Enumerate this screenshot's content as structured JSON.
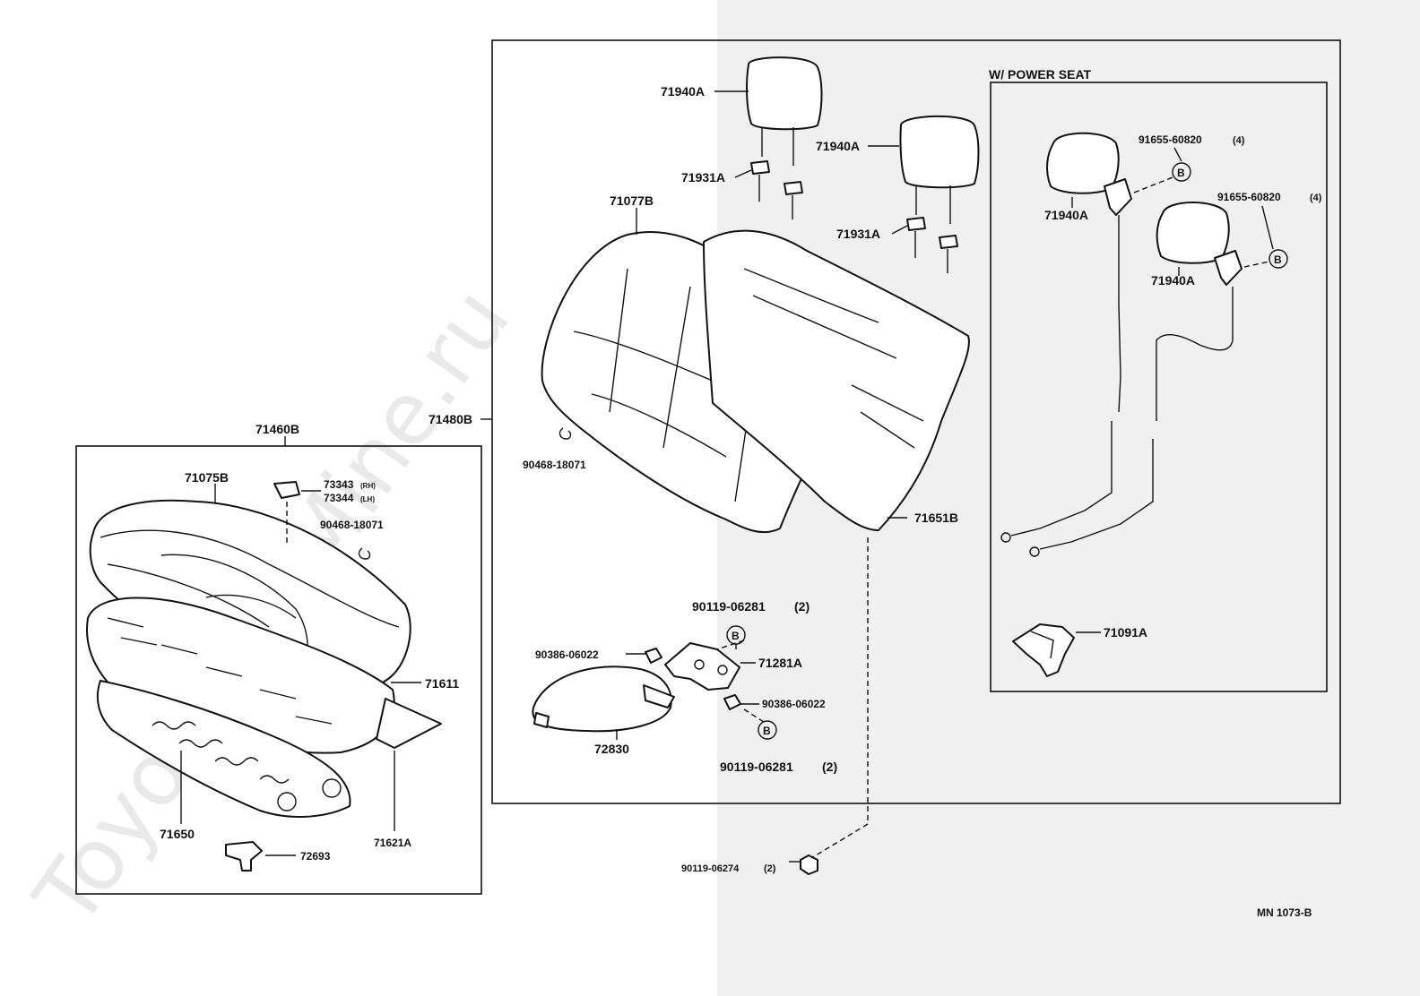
{
  "watermark": "ToyotaCarMine.ru",
  "footer_code": "MN 1073-B",
  "seat_cushion_group": {
    "assembly": "71460B",
    "cover": "71075B",
    "clip_rh": "73343",
    "clip_rh_note": "(RH)",
    "clip_lh": "73344",
    "clip_lh_note": "(LH)",
    "hog_ring": "90468-18071",
    "pad": "71611",
    "spring_frame": "71650",
    "lower_pad": "71621A",
    "hook": "72693"
  },
  "seatback_group": {
    "assembly": "71480B",
    "cover": "71077B",
    "headrest_left": "71940A",
    "headrest_right": "71940A",
    "support_left": "71931A",
    "support_right": "71931A",
    "hog_ring": "90468-18071",
    "board": "71651B",
    "bolt_top": "90119-06281",
    "bolt_top_qty": "(2)",
    "bolt_bottom": "90119-06281",
    "bolt_bottom_qty": "(2)",
    "nut_left": "90386-06022",
    "nut_right": "90386-06022",
    "hinge": "71281A",
    "armrest": "72830",
    "bolt_lower": "90119-06274",
    "bolt_lower_qty": "(2)",
    "marker_b": "B"
  },
  "power_seat_group": {
    "title": "W/ POWER SEAT",
    "screw_left": "91655-60820",
    "screw_left_qty": "(4)",
    "screw_right": "91655-60820",
    "screw_right_qty": "(4)",
    "headrest_left": "71940A",
    "headrest_right": "71940A",
    "motor_bracket": "71091A",
    "marker_b": "B"
  }
}
